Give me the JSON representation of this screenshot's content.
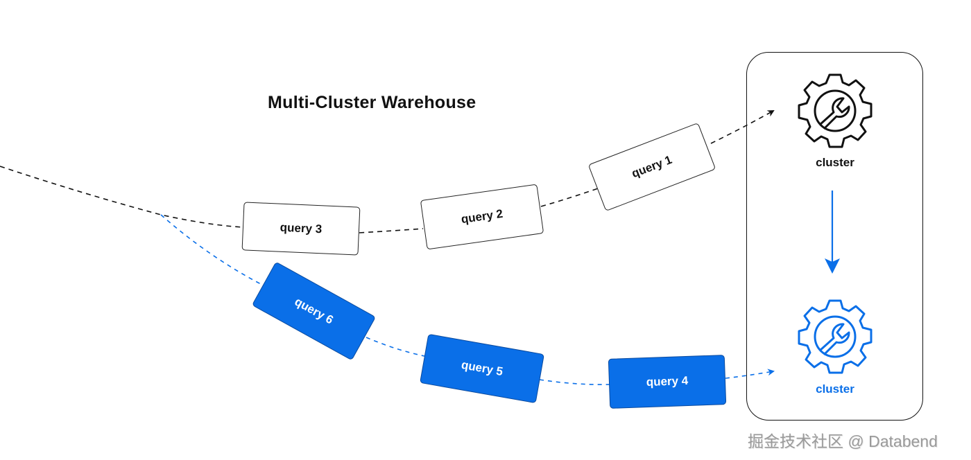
{
  "title": "Multi-Cluster Warehouse",
  "colors": {
    "blue": "#0a6fe8",
    "black": "#111111",
    "watermark": "#9a9a9a"
  },
  "queue_top": {
    "color": "black",
    "queries": [
      {
        "label": "query 3"
      },
      {
        "label": "query 2"
      },
      {
        "label": "query 1"
      }
    ]
  },
  "queue_bottom": {
    "color": "blue",
    "queries": [
      {
        "label": "query 6"
      },
      {
        "label": "query 5"
      },
      {
        "label": "query 4"
      }
    ]
  },
  "panel": {
    "clusters": [
      {
        "label": "cluster",
        "icon": "gear-wrench-icon",
        "color": "black"
      },
      {
        "label": "cluster",
        "icon": "gear-wrench-icon",
        "color": "blue"
      }
    ],
    "scale_arrow": "arrow-down-icon"
  },
  "watermark": "掘金技术社区 @ Databend"
}
